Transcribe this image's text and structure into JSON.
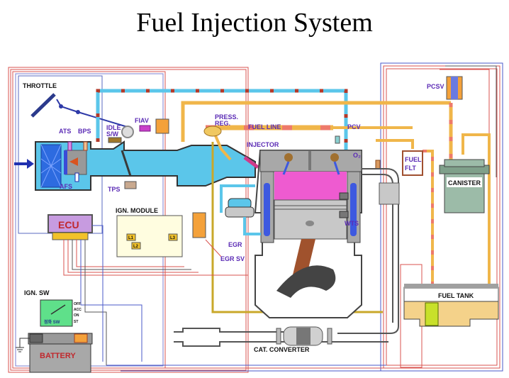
{
  "title": "Fuel Injection System",
  "colors": {
    "intake_air": "#5bc6ea",
    "fuel": "#f0b64a",
    "coolant": "#3d59e0",
    "wire_red": "#d9534f",
    "wire_blue": "#4a5ac8",
    "combustion": "#ee5bd0",
    "ecu": "#c79be0",
    "fuel_tank_liquid": "#f4d28a"
  },
  "labels": {
    "throttle": "THROTTLE",
    "ats": "ATS",
    "bps": "BPS",
    "afs": "AFS",
    "idle_sw_1": "IDLE",
    "idle_sw_2": "S/W",
    "fiav": "FIAV",
    "tps": "TPS",
    "press_reg_1": "PRESS.",
    "press_reg_2": "REG.",
    "fuel_line": "FUEL LINE",
    "injector": "INJECTOR",
    "pcv": "PCV",
    "o2": "O₂",
    "pcsv": "PCSV",
    "fuel_flt_1": "FUEL",
    "fuel_flt_2": "FLT",
    "canister": "CANISTER",
    "ecu": "ECU",
    "ign_module": "IGN. MODULE",
    "l1": "L1",
    "l2": "L2",
    "l3": "L3",
    "egr": "EGR",
    "egr_sv": "EGR SV",
    "wts": "WTS",
    "ign_sw": "IGN. SW",
    "ign_sw_positions": [
      "OFF",
      "ACC",
      "ON",
      "ST"
    ],
    "ign_sw_inner": "점화 SW",
    "battery": "BATTERY",
    "fuel_tank": "FUEL TANK",
    "cat_converter": "CAT. CONVERTER"
  }
}
